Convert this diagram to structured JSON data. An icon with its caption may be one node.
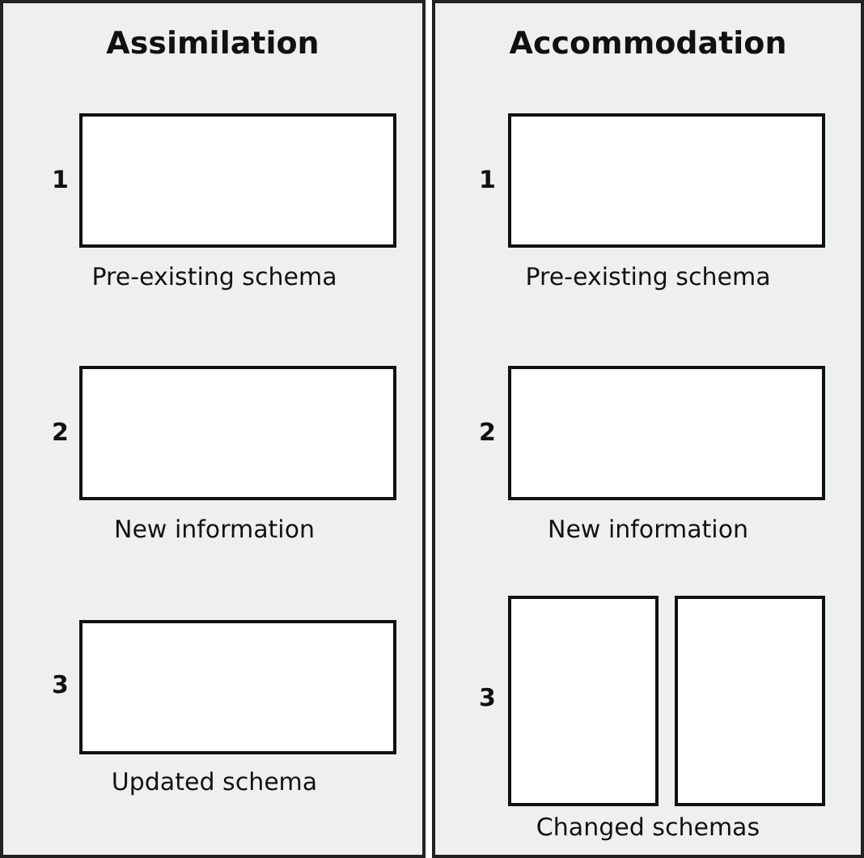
{
  "diagram": {
    "nodes": [
      {
        "text": [
          "Assimilation"
        ]
      },
      {
        "text": [],
        "shape": "box",
        "in": 0,
        "beside": [
          "1",
          "Pre-existing schema"
        ]
      },
      {
        "text": [],
        "shape": "box",
        "in": 0,
        "beside": [
          "2",
          "New information"
        ]
      },
      {
        "text": [],
        "shape": "box",
        "in": 0,
        "beside": [
          "3",
          "Updated schema"
        ]
      },
      {
        "text": [
          "Accommodation"
        ]
      },
      {
        "text": [],
        "shape": "box",
        "in": 4,
        "beside": [
          "1",
          "Pre-existing schema"
        ]
      },
      {
        "text": [],
        "shape": "box",
        "in": 4,
        "beside": [
          "2",
          "New information"
        ]
      },
      {
        "text": [],
        "shape": "box",
        "in": 4,
        "beside": [
          "3",
          "Changed schemas"
        ]
      },
      {
        "text": [],
        "shape": "box",
        "in": 4
      }
    ],
    "edges": []
  }
}
